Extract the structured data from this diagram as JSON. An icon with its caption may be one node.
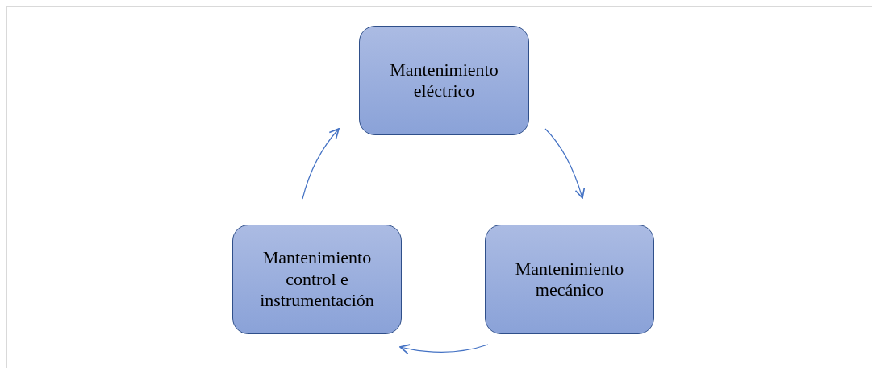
{
  "diagram": {
    "nodes": [
      {
        "text": [
          "Mantenimiento eléctrico"
        ]
      },
      {
        "text": [
          "Mantenimiento mecánico"
        ]
      },
      {
        "text": [
          "Mantenimiento control e instrumentación"
        ]
      }
    ],
    "edges": [
      {
        "from": 0,
        "to": 1,
        "arrow": "to"
      },
      {
        "from": 1,
        "to": 2,
        "arrow": "to"
      },
      {
        "from": 2,
        "to": 0,
        "arrow": "to"
      }
    ]
  }
}
